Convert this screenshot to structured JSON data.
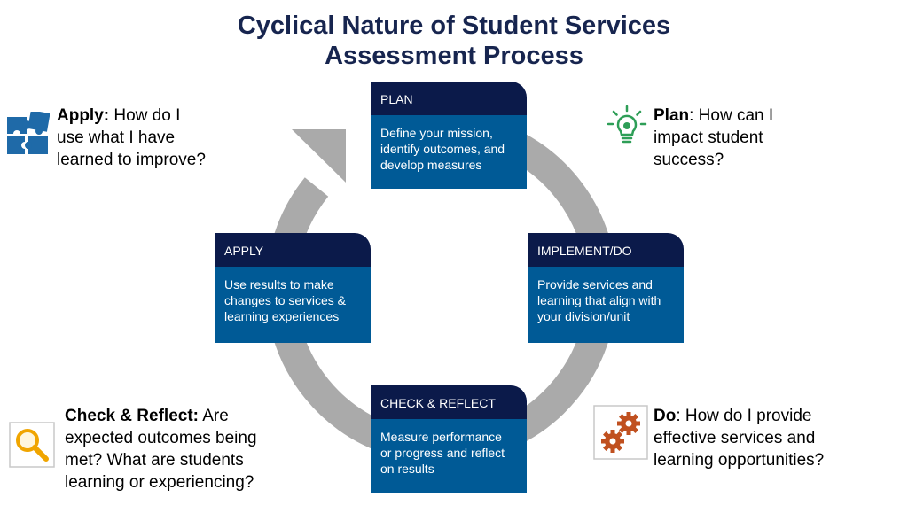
{
  "title": {
    "line1": "Cyclical Nature of Student Services",
    "line2": "Assessment Process"
  },
  "boxes": {
    "plan": {
      "head": "PLAN",
      "lines": [
        "Define your mission,",
        "identify outcomes, and",
        "develop measures"
      ]
    },
    "implement": {
      "head": "IMPLEMENT/DO",
      "lines": [
        "Provide services and",
        "learning that align with",
        "your division/unit"
      ]
    },
    "check": {
      "head": "CHECK & REFLECT",
      "lines": [
        "Measure performance",
        "or progress and reflect",
        "on results"
      ]
    },
    "apply": {
      "head": "APPLY",
      "lines": [
        "Use results to make",
        "changes to services &",
        "learning experiences"
      ]
    }
  },
  "notes": {
    "apply": {
      "bold": "Apply:",
      "line1": " How do I",
      "line2": "use what I have",
      "line3": "learned to improve?"
    },
    "plan": {
      "bold": "Plan",
      "line1": ": How can I",
      "line2": "impact student",
      "line3": "success?"
    },
    "check": {
      "bold": "Check & Reflect:",
      "line1": " Are",
      "line2": "expected outcomes being",
      "line3": "met? What are students",
      "line4": "learning or experiencing?"
    },
    "do": {
      "bold": "Do",
      "line1": ": How do I provide",
      "line2": "effective services and",
      "line3": "learning opportunities?"
    }
  },
  "icons": {
    "apply": "puzzle-icon",
    "plan": "lightbulb-icon",
    "check": "magnifier-icon",
    "do": "gears-icon"
  },
  "colors": {
    "title": "#17254f",
    "box_head": "#0b1a4a",
    "box_body": "#005a96",
    "arrow": "#aaaaaa",
    "puzzle": "#1f6aa8",
    "bulb": "#2e9e57",
    "magnifier": "#f0a500",
    "gears": "#c0501f"
  }
}
